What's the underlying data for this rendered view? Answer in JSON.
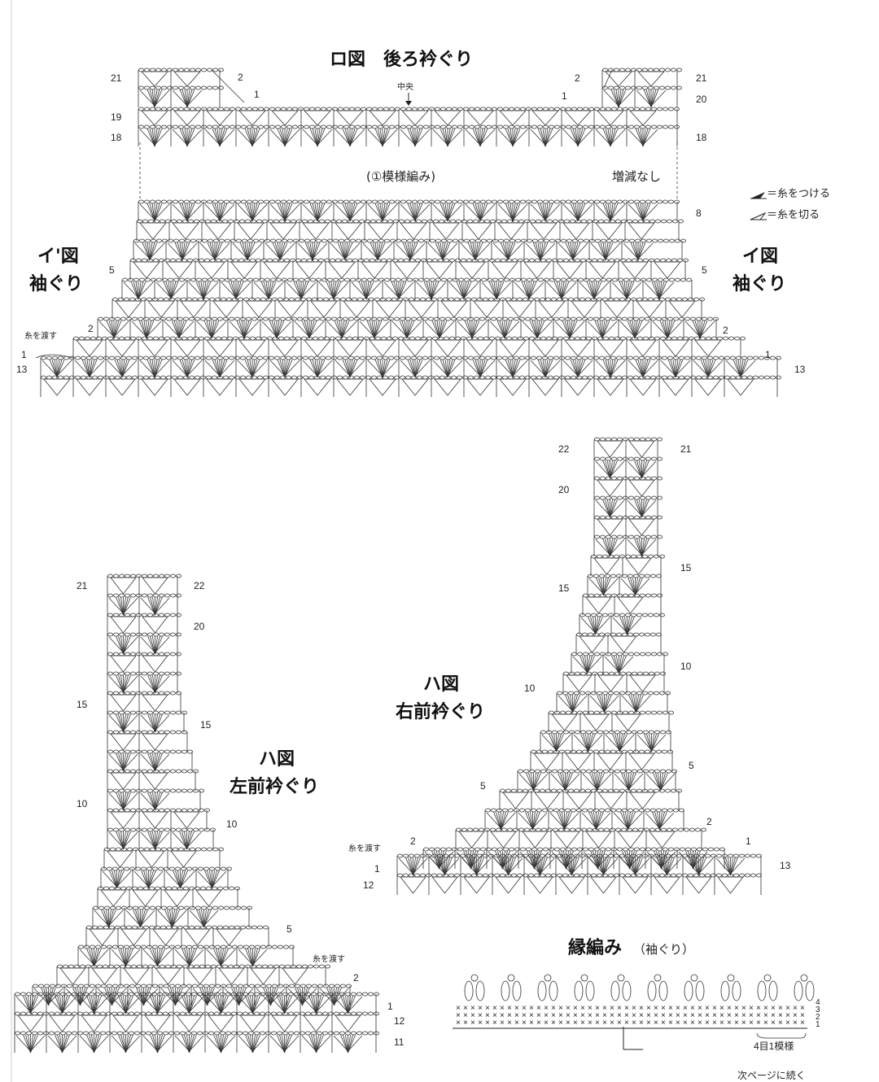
{
  "back_neck": {
    "title": "ロ図　後ろ衿ぐり",
    "center_label": "中央",
    "pattern_label": "(①模様編み)",
    "no_change_label": "増減なし",
    "left_rows": [
      "21",
      "19",
      "18",
      "5",
      "2",
      "1",
      "13"
    ],
    "right_rows": [
      "2",
      "1",
      "21",
      "20",
      "18",
      "8",
      "5",
      "2",
      "1",
      "13"
    ],
    "pass_yarn": "糸を渡す",
    "left_fig_title": "イ'図",
    "left_fig_sub": "袖ぐり",
    "right_fig_title": "イ図",
    "right_fig_sub": "袖ぐり"
  },
  "legend": {
    "attach": "＝糸をつける",
    "cut": "＝糸を切る"
  },
  "right_front": {
    "title": "ハ図",
    "sub": "右前衿ぐり",
    "left_rows": [
      "22",
      "20",
      "15",
      "10",
      "5",
      "2",
      "1",
      "12"
    ],
    "right_rows": [
      "21",
      "15",
      "10",
      "5",
      "2",
      "1",
      "13"
    ],
    "pass_yarn": "糸を渡す"
  },
  "left_front": {
    "title": "ハ図",
    "sub": "左前衿ぐり",
    "left_rows": [
      "21",
      "15",
      "10"
    ],
    "right_rows": [
      "22",
      "20",
      "15",
      "10",
      "5",
      "2",
      "1",
      "12",
      "11"
    ],
    "pass_yarn": "糸を渡す"
  },
  "edging": {
    "title": "縁編み",
    "sub": "（袖ぐり）",
    "rows": [
      "4",
      "3",
      "2",
      "1"
    ],
    "repeat": "4目1模様",
    "continue": "次ページに続く"
  }
}
